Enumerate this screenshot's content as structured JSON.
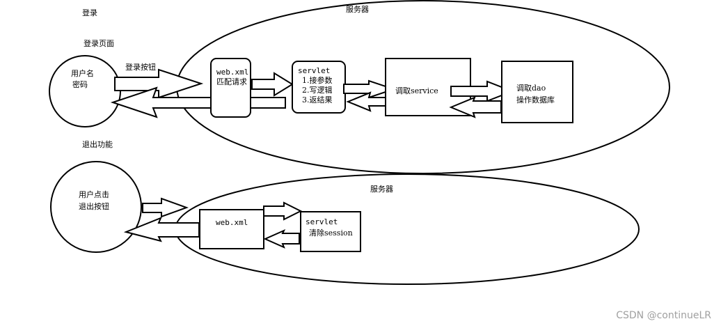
{
  "login_section": {
    "section_title": "登录",
    "page_caption": "登录页面",
    "server_label": "服务器",
    "client": {
      "line1": "用户名",
      "line2": "密码"
    },
    "button_caption": "登录按钮",
    "webxml": {
      "line1": "web.xml",
      "line2": "匹配请求"
    },
    "servlet": {
      "title": "servlet",
      "step1": "1.接参数",
      "step2": "2.写逻辑",
      "step3": "3.返结果"
    },
    "service": {
      "label": "调取service"
    },
    "dao": {
      "line1": "调取dao",
      "line2": "操作数据库"
    }
  },
  "logout_section": {
    "section_title": "退出功能",
    "server_label": "服务器",
    "client": {
      "line1": "用户点击",
      "line2": "退出按钮"
    },
    "webxml": {
      "label": "web.xml"
    },
    "servlet": {
      "line1": "servlet",
      "line2": "清除session"
    }
  },
  "watermark": "CSDN @continueLR"
}
